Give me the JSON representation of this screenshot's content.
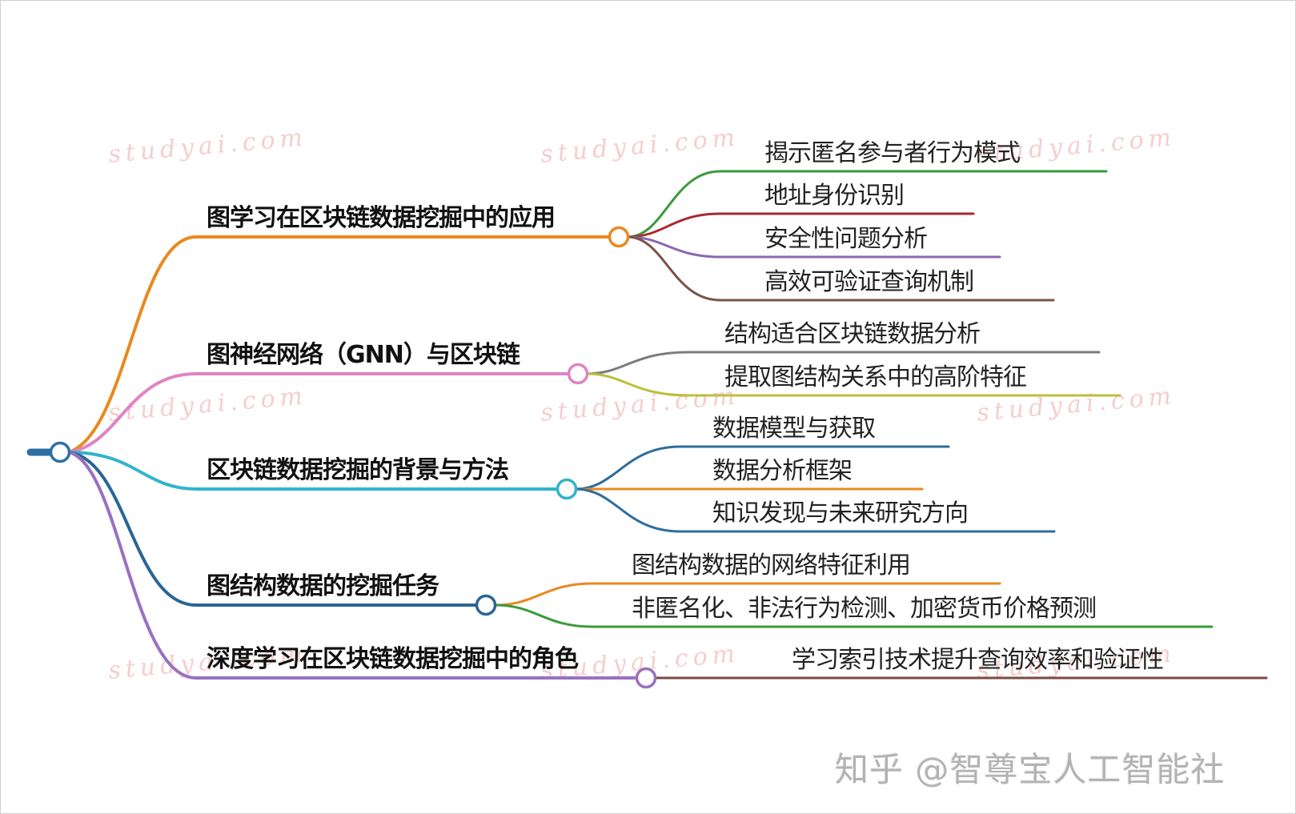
{
  "watermark": {
    "text": "studyai.com",
    "color": "#f3c6c6"
  },
  "root": {
    "color": "#2e6fa3"
  },
  "branches": [
    {
      "label": "图学习在区块链数据挖掘中的应用",
      "color": "#e8891e",
      "children": [
        {
          "label": "揭示匿名参与者行为模式",
          "color": "#3b9a3b"
        },
        {
          "label": "地址身份识别",
          "color": "#a9292e"
        },
        {
          "label": "安全性问题分析",
          "color": "#8a68b0"
        },
        {
          "label": "高效可验证查询机制",
          "color": "#7a5347"
        }
      ]
    },
    {
      "label": "图神经网络（GNN）与区块链",
      "color": "#e083c3",
      "children": [
        {
          "label": "结构适合区块链数据分析",
          "color": "#7c7c7c"
        },
        {
          "label": "提取图结构关系中的高阶特征",
          "color": "#bcbf3a"
        }
      ]
    },
    {
      "label": "区块链数据挖掘的背景与方法",
      "color": "#33b3cc",
      "children": [
        {
          "label": "数据模型与获取",
          "color": "#2f6d9c"
        },
        {
          "label": "数据分析框架",
          "color": "#e8891e"
        },
        {
          "label": "知识发现与未来研究方向",
          "color": "#2f6d9c"
        }
      ]
    },
    {
      "label": "图结构数据的挖掘任务",
      "color": "#2a6596",
      "children": [
        {
          "label": "图结构数据的网络特征利用",
          "color": "#e8891e"
        },
        {
          "label": "非匿名化、非法行为检测、加密货币价格预测",
          "color": "#3b9a3b"
        }
      ]
    },
    {
      "label": "深度学习在区块链数据挖掘中的角色",
      "color": "#9a70c0",
      "children": [
        {
          "label": "学习索引技术提升查询效率和验证性",
          "color": "#7a4a44"
        }
      ]
    }
  ],
  "credit": {
    "text": "知乎 @智尊宝人工智能社"
  }
}
